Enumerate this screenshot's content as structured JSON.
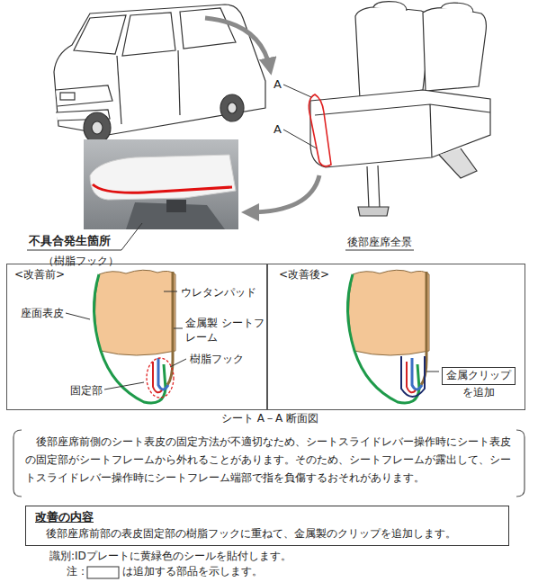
{
  "diagram": {
    "nodes": [
      {
        "text": [
          "<改善前>",
          "ウレタンパッド",
          "座面表皮",
          "金属製 シートフレーム",
          "樹脂フック",
          "固定部"
        ]
      },
      {
        "text": [
          "<改善後>"
        ]
      },
      {
        "text": [
          "金属クリップ",
          "を追加"
        ],
        "in": 1
      },
      {
        "text": [
          "改善の内容",
          "後部座席前部の表皮固定部の樹脂フックに重ねて、金属製のクリップを追加します。"
        ]
      }
    ],
    "labels": [
      "A",
      "A",
      "不具合発生箇所",
      "（樹脂フック）",
      "後部座席全景",
      "シート A－A 断面図",
      "後部座席前側のシート表皮の固定方法が不適切なため、シートスライドレバー操作時にシート表皮の固定部がシートフレームから外れることがあります。そのため、シートフレームが露出して、シートスライドレバー操作時にシートフレーム端部で指を負傷するおそれがあります。",
      "識別:IDプレートに黄緑色のシールを貼付します。",
      "注：",
      "は追加する部品を示します。"
    ]
  }
}
